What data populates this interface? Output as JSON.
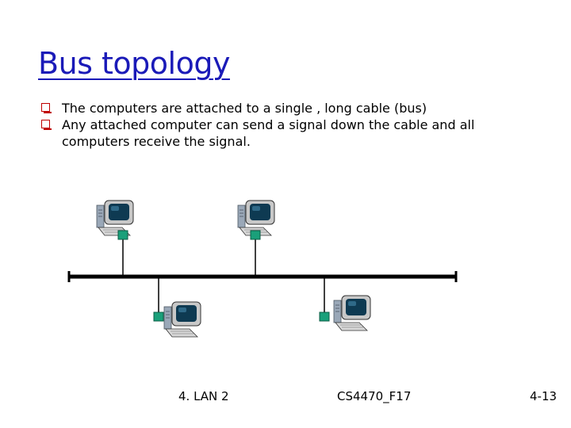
{
  "slide": {
    "title": "Bus topology",
    "bullets": [
      "The computers are attached to a single , long cable (bus)",
      "Any attached computer can send a signal down the cable and all computers receive the signal."
    ]
  },
  "diagram": {
    "nodes": [
      "computer-top-1",
      "computer-top-2",
      "computer-bottom-1",
      "computer-bottom-2"
    ],
    "colors": {
      "bus": "#000000",
      "connector": "#1aa07a",
      "monitor_screen": "#0e3a52",
      "monitor_body": "#c8c8c8"
    }
  },
  "footer": {
    "left": "4. LAN 2",
    "center": "CS4470_F17",
    "right": "4-13"
  }
}
